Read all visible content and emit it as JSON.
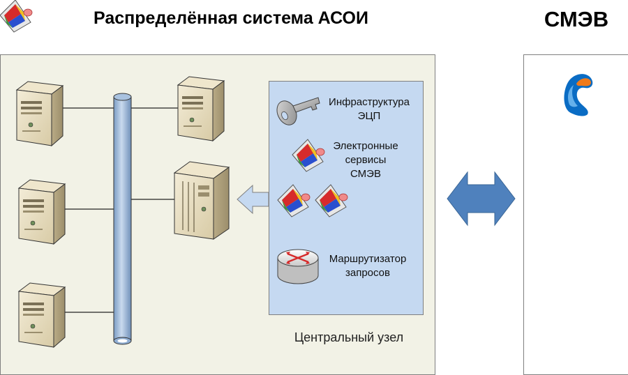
{
  "title": "Распределённая система АСОИ",
  "smev_title": "СМЭВ",
  "central_node_label": "Центральный узел",
  "services": {
    "ecp": [
      "Инфраструктура",
      "ЭЦП"
    ],
    "smev_services": [
      "Электронные",
      "сервисы",
      "СМЭВ"
    ],
    "router": [
      "Маршрутизатор",
      "запросов"
    ]
  },
  "colors": {
    "asoi_bg": "#f2f2e6",
    "panel_bg": "#c5d9f1",
    "arrow": "#4f81bd",
    "bus": "#9ebad8"
  }
}
